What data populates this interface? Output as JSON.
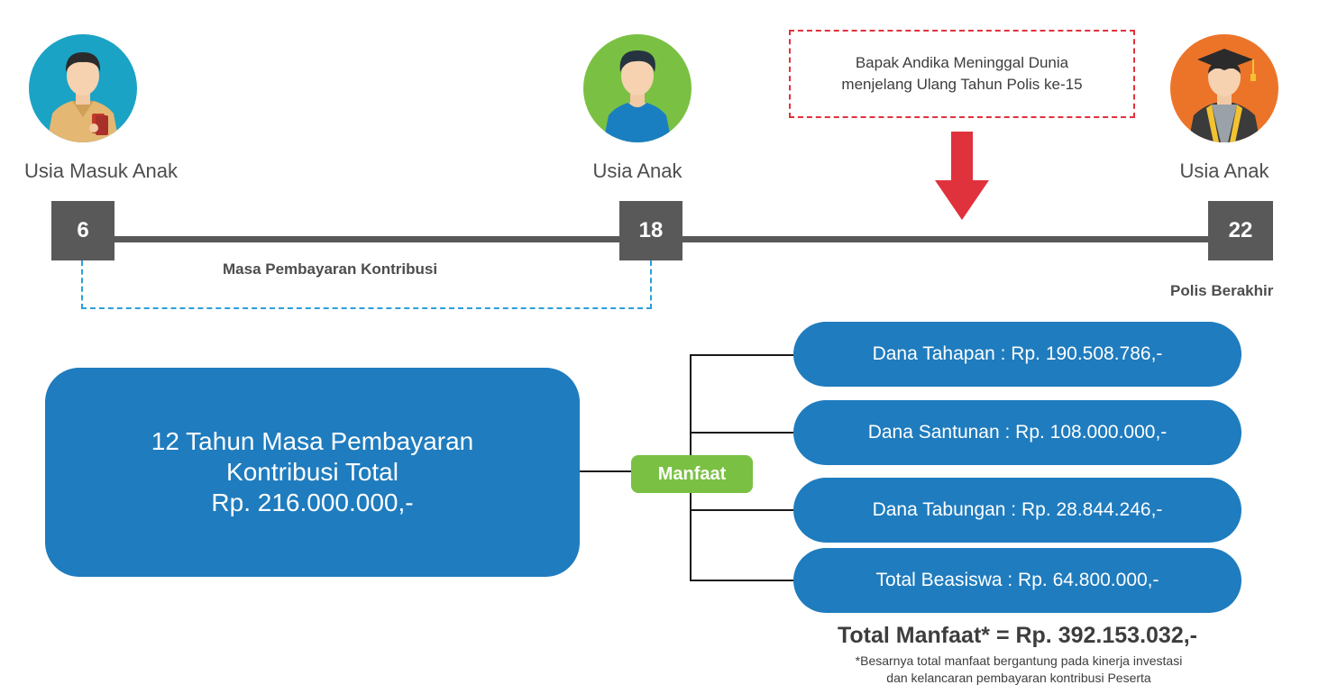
{
  "stages": [
    {
      "label": "Usia Masuk Anak",
      "age": "6"
    },
    {
      "label": "Usia  Anak",
      "age": "18"
    },
    {
      "label": "Usia  Anak",
      "age": "22"
    }
  ],
  "payment_period_label": "Masa Pembayaran Kontribusi",
  "policy_end_label": "Polis Berakhir",
  "death_note": {
    "line1": "Bapak Andika Meninggal Dunia",
    "line2": "menjelang Ulang Tahun Polis ke-15"
  },
  "contribution": {
    "line1": "12 Tahun Masa Pembayaran",
    "line2": "Kontribusi Total",
    "line3": "Rp. 216.000.000,-"
  },
  "manfaat_label": "Manfaat",
  "benefits": [
    "Dana Tahapan : Rp. 190.508.786,-",
    "Dana Santunan : Rp. 108.000.000,-",
    "Dana Tabungan : Rp. 28.844.246,-",
    "Total Beasiswa : Rp. 64.800.000,-"
  ],
  "total_benefit": "Total Manfaat* = Rp. 392.153.032,-",
  "footnote": {
    "line1": "*Besarnya total manfaat bergantung pada kinerja investasi",
    "line2": "dan kelancaran pembayaran kontribusi Peserta"
  },
  "colors": {
    "primary_blue": "#1f7cbe",
    "green": "#7ac143",
    "timeline_gray": "#595959",
    "dashed_blue": "#2aa0d8",
    "dashed_red": "#e0323c",
    "arrow_red": "#e0323c",
    "avatar_teal": "#1aa3c4",
    "avatar_green": "#7ac143",
    "avatar_orange": "#ec7429"
  }
}
